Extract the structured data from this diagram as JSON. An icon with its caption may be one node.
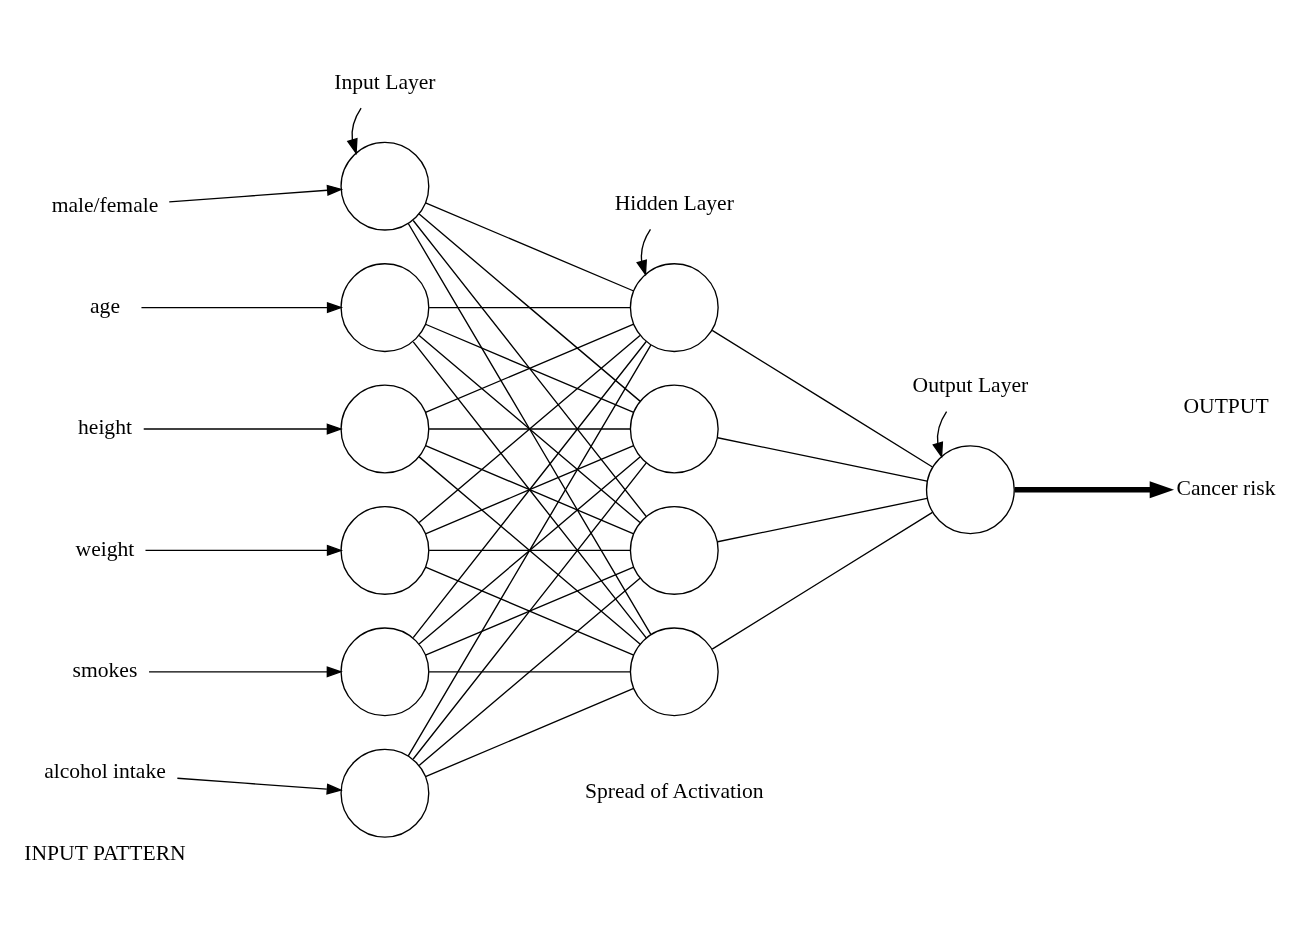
{
  "diagram": {
    "nodes": [
      {
        "text": [
          "Input Layer"
        ]
      },
      {
        "text": [
          "Hidden Layer"
        ]
      },
      {
        "text": [
          "Output Layer"
        ]
      },
      {
        "text": [
          "male/female"
        ]
      },
      {
        "text": [
          "age"
        ]
      },
      {
        "text": [
          "height"
        ]
      },
      {
        "text": [
          "weight"
        ]
      },
      {
        "text": [
          "smokes"
        ]
      },
      {
        "text": [
          "alcohol intake"
        ]
      },
      {
        "text": [],
        "shape": "circle"
      },
      {
        "text": [],
        "shape": "circle"
      },
      {
        "text": [],
        "shape": "circle"
      },
      {
        "text": [],
        "shape": "circle"
      },
      {
        "text": [],
        "shape": "circle"
      },
      {
        "text": [],
        "shape": "circle"
      },
      {
        "text": [],
        "shape": "circle"
      },
      {
        "text": [],
        "shape": "circle"
      },
      {
        "text": [],
        "shape": "circle"
      },
      {
        "text": [],
        "shape": "circle"
      },
      {
        "text": [],
        "shape": "circle"
      },
      {
        "text": [
          "Cancer risk"
        ]
      }
    ],
    "edges": [
      {
        "from": 0,
        "to": 9,
        "arrow": "to"
      },
      {
        "from": 1,
        "to": 15,
        "arrow": "to"
      },
      {
        "from": 2,
        "to": 19,
        "arrow": "to"
      },
      {
        "from": 3,
        "to": 9,
        "arrow": "to"
      },
      {
        "from": 4,
        "to": 10,
        "arrow": "to"
      },
      {
        "from": 5,
        "to": 11,
        "arrow": "to"
      },
      {
        "from": 6,
        "to": 12,
        "arrow": "to"
      },
      {
        "from": 7,
        "to": 13,
        "arrow": "to"
      },
      {
        "from": 8,
        "to": 14,
        "arrow": "to"
      },
      {
        "from": 9,
        "to": 15,
        "arrow": "none"
      },
      {
        "from": 9,
        "to": 16,
        "arrow": "none"
      },
      {
        "from": 9,
        "to": 17,
        "arrow": "none"
      },
      {
        "from": 9,
        "to": 18,
        "arrow": "none"
      },
      {
        "from": 10,
        "to": 15,
        "arrow": "none"
      },
      {
        "from": 10,
        "to": 16,
        "arrow": "none"
      },
      {
        "from": 10,
        "to": 17,
        "arrow": "none"
      },
      {
        "from": 10,
        "to": 18,
        "arrow": "none"
      },
      {
        "from": 11,
        "to": 15,
        "arrow": "none"
      },
      {
        "from": 11,
        "to": 16,
        "arrow": "none"
      },
      {
        "from": 11,
        "to": 17,
        "arrow": "none"
      },
      {
        "from": 11,
        "to": 18,
        "arrow": "none"
      },
      {
        "from": 12,
        "to": 15,
        "arrow": "none"
      },
      {
        "from": 12,
        "to": 16,
        "arrow": "none"
      },
      {
        "from": 12,
        "to": 17,
        "arrow": "none"
      },
      {
        "from": 12,
        "to": 18,
        "arrow": "none"
      },
      {
        "from": 13,
        "to": 15,
        "arrow": "none"
      },
      {
        "from": 13,
        "to": 16,
        "arrow": "none"
      },
      {
        "from": 13,
        "to": 17,
        "arrow": "none"
      },
      {
        "from": 13,
        "to": 18,
        "arrow": "none"
      },
      {
        "from": 14,
        "to": 15,
        "arrow": "none"
      },
      {
        "from": 14,
        "to": 16,
        "arrow": "none"
      },
      {
        "from": 14,
        "to": 17,
        "arrow": "none"
      },
      {
        "from": 14,
        "to": 18,
        "arrow": "none"
      },
      {
        "from": 15,
        "to": 19,
        "arrow": "none"
      },
      {
        "from": 16,
        "to": 19,
        "arrow": "none"
      },
      {
        "from": 17,
        "to": 19,
        "arrow": "none"
      },
      {
        "from": 18,
        "to": 19,
        "arrow": "none"
      },
      {
        "from": 19,
        "to": 20,
        "arrow": "to",
        "style": "thick"
      }
    ],
    "labels": [
      "INPUT PATTERN",
      "OUTPUT",
      "Spread of Activation"
    ]
  }
}
